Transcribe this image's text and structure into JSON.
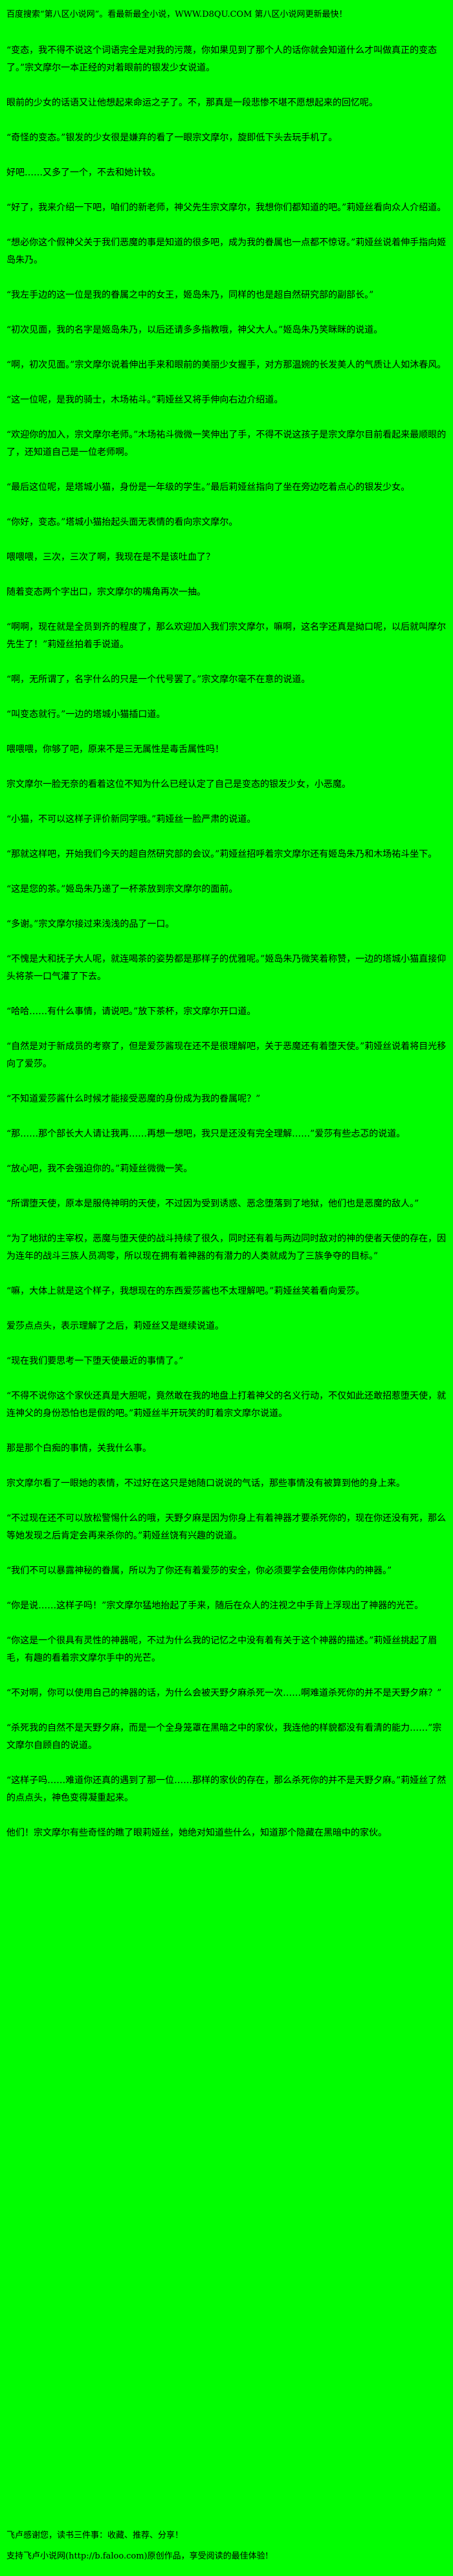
{
  "page": {
    "background_color": "#00FE00",
    "text_color": "#000000"
  },
  "header": {
    "notice": "百度搜索“第八区小说网”。看最新最全小说，WWW.D8QU.COM  第八区小说网更新最快！"
  },
  "content": {
    "paragraphs": [
      "“变态，我不得不说这个词语完全是对我的污蔑，你如果见到了那个人的话你就会知道什么才叫做真正的变态了。”宗文摩尔一本正经的对着眼前的银发少女说道。",
      "眼前的少女的话语又让他想起来命运之子了。不，那真是一段悲惨不堪不愿想起来的回忆呢。",
      "“奇怪的变态。”银发的少女很是嫌弃的看了一眼宗文摩尔，旋即低下头去玩手机了。",
      "好吧……又多了一个，不去和她计较。",
      "“好了，我来介绍一下吧，咱们的新老师，神父先生宗文摩尔，我想你们都知道的吧。”莉娅丝看向众人介绍道。",
      "“想必你这个假神父关于我们恶魔的事是知道的很多吧，成为我的眷属也一点都不惊讶。”莉娅丝说着伸手指向姬岛朱乃。",
      "“我左手边的这一位是我的眷属之中的女王，姬岛朱乃，同样的也是超自然研究部的副部长。”",
      "“初次见面，我的名字是姬岛朱乃，以后还请多多指教哦，神父大人。”姬岛朱乃笑眯眯的说道。",
      "“啊，初次见面。”宗文摩尔说着伸出手来和眼前的美丽少女握手，对方那温婉的长发美人的气质让人如沐春风。",
      "“这一位呢，是我的骑士，木场祐斗。”莉娅丝又将手伸向右边介绍道。",
      "“欢迎你的加入，宗文摩尔老师。”木场祐斗微微一笑伸出了手，不得不说这孩子是宗文摩尔目前看起来最顺眼的了，还知道自己是一位老师啊。",
      "“最后这位呢，是塔城小猫，身份是一年级的学生。”最后莉娅丝指向了坐在旁边吃着点心的银发少女。",
      "“你好，变态。”塔城小猫抬起头面无表情的看向宗文摩尔。",
      "喂喂喂，三次，三次了啊，我现在是不是该吐血了？",
      "随着变态两个字出口，宗文摩尔的嘴角再次一抽。",
      "“啊啊，现在就是全员到齐的程度了，那么欢迎加入我们宗文摩尔，嘛啊，这名字还真是拗口呢，以后就叫摩尔先生了！”莉娅丝拍着手说道。",
      "“啊，无所谓了，名字什么的只是一个代号罢了。”宗文摩尔毫不在意的说道。",
      "“叫变态就行。”一边的塔城小猫插口道。",
      "喂喂喂，你够了吧，原来不是三无属性是毒舌属性吗！",
      "宗文摩尔一脸无奈的看着这位不知为什么已经认定了自己是变态的银发少女，小恶魔。",
      "“小猫，不可以这样子评价新同学哦。”莉娅丝一脸严肃的说道。",
      "“那就这样吧，开始我们今天的超自然研究部的会议。”莉娅丝招呼着宗文摩尔还有姬岛朱乃和木场祐斗坐下。",
      "“这是您的茶。”姬岛朱乃递了一杯茶放到宗文摩尔的面前。",
      "“多谢。”宗文摩尔接过来浅浅的品了一口。",
      "“不愧是大和抚子大人呢，就连喝茶的姿势都是那样子的优雅呢。”姬岛朱乃微笑着称赞，一边的塔城小猫直接仰头将茶一口气灌了下去。",
      "“哈哈……有什么事情，请说吧。”放下茶杯，宗文摩尔开口道。",
      "“自然是对于新成员的考察了，但是爱莎酱现在还不是很理解吧，关于恶魔还有着堕天使。”莉娅丝说着将目光移向了爱莎。",
      "“不知道爱莎酱什么时候才能接受恶魔的身份成为我的眷属呢？”",
      "“那……那个部长大人请让我再……再想一想吧，我只是还没有完全理解……”爱莎有些忐忑的说道。",
      "“放心吧，我不会强迫你的。”莉娅丝微微一笑。",
      "“所谓堕天使，原本是服侍神明的天使，不过因为受到诱惑、恶念堕落到了地狱，他们也是恶魔的敌人。”",
      "“为了地狱的主宰权，恶魔与堕天使的战斗持续了很久，同时还有着与两边同时敌对的神的使者天使的存在，因为连年的战斗三族人员凋零，所以现在拥有着神器的有潜力的人类就成为了三族争夺的目标。”",
      "“嘛，大体上就是这个样子，我想现在的东西爱莎酱也不太理解吧。”莉娅丝笑着看向爱莎。",
      "爱莎点点头，表示理解了之后，莉娅丝又是继续说道。",
      "“现在我们要思考一下堕天使最近的事情了。”",
      "“不得不说你这个家伙还真是大胆呢，竟然敢在我的地盘上打着神父的名义行动，不仅如此还敢招惹堕天使，就连神父的身份恐怕也是假的吧。”莉娅丝半开玩笑的盯着宗文摩尔说道。",
      "那是那个白痴的事情，关我什么事。",
      "宗文摩尔看了一眼她的表情，不过好在这只是她随口说说的气话，那些事情没有被算到他的身上来。",
      "“不过现在还不可以放松警惕什么的哦，天野夕麻是因为你身上有着神器才要杀死你的，现在你还没有死，那么等她发现之后肯定会再来杀你的。”莉娅丝饶有兴趣的说道。",
      "“我们不可以暴露神秘的眷属，所以为了你还有着爱莎的安全，你必须要学会使用你体内的神器。”",
      "“你是说……这样子吗！”宗文摩尔猛地抬起了手来，随后在众人的注视之中手背上浮现出了神器的光芒。",
      "“你这是一个很具有灵性的神器呢，不过为什么我的记忆之中没有着有关于这个神器的描述。”莉娅丝挑起了眉毛，有趣的看着宗文摩尔手中的光芒。",
      "“不对啊，你可以使用自己的神器的话，为什么会被天野夕麻杀死一次……啊难道杀死你的并不是天野夕麻？”",
      "“杀死我的自然不是天野夕麻，而是一个全身笼罩在黑暗之中的家伙，我连他的样貌都没有看清的能力……”宗文摩尔自顾自的说道。",
      "“这样子吗……难道你还真的遇到了那一位……那样的家伙的存在，那么杀死你的并不是天野夕麻。”莉娅丝了然的点点头，神色变得凝重起来。",
      "他们！宗文摩尔有些奇怪的瞧了眼莉娅丝，她绝对知道些什么，知道那个隐藏在黑暗中的家伙。"
    ]
  },
  "footer": {
    "line1": "飞卢感谢您，读书三件事：收藏、推荐、分享！",
    "line2": "支持飞卢小说网(http://b.faloo.com)原创作品，享受阅读的最佳体验!"
  }
}
